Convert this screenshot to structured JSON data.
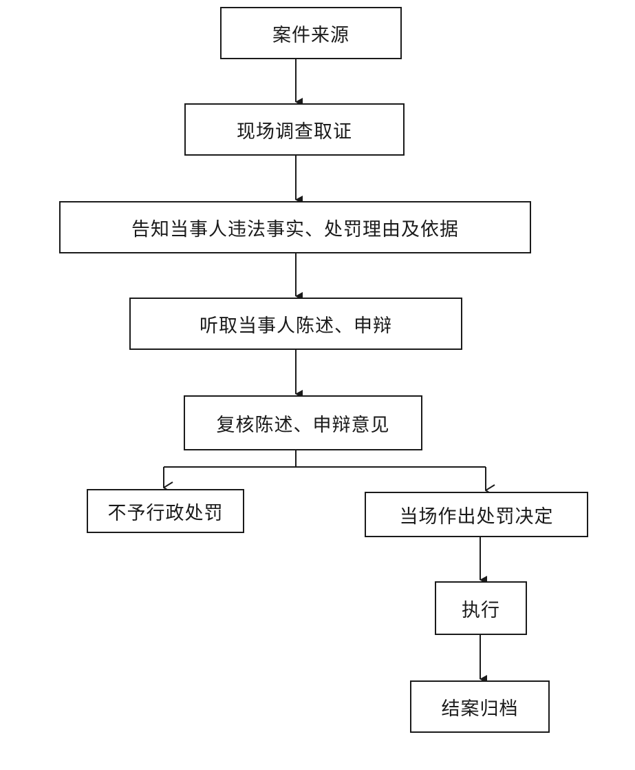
{
  "diagram": {
    "nodes": [
      {
        "id": "source",
        "label": "案件来源"
      },
      {
        "id": "investigate",
        "label": "现场调查取证"
      },
      {
        "id": "notify",
        "label": "告知当事人违法事实、处罚理由及依据"
      },
      {
        "id": "hear",
        "label": "听取当事人陈述、申辩"
      },
      {
        "id": "review",
        "label": "复核陈述、申辩意见"
      },
      {
        "id": "no_penalty",
        "label": "不予行政处罚"
      },
      {
        "id": "decide",
        "label": "当场作出处罚决定"
      },
      {
        "id": "execute",
        "label": "执行"
      },
      {
        "id": "archive",
        "label": "结案归档"
      }
    ],
    "edges": [
      {
        "from": "source",
        "to": "investigate"
      },
      {
        "from": "investigate",
        "to": "notify"
      },
      {
        "from": "notify",
        "to": "hear"
      },
      {
        "from": "hear",
        "to": "review"
      },
      {
        "from": "review",
        "to": "no_penalty"
      },
      {
        "from": "review",
        "to": "decide"
      },
      {
        "from": "decide",
        "to": "execute"
      },
      {
        "from": "execute",
        "to": "archive"
      }
    ],
    "colors": {
      "line": "#1a1a1a",
      "background": "#ffffff"
    }
  }
}
